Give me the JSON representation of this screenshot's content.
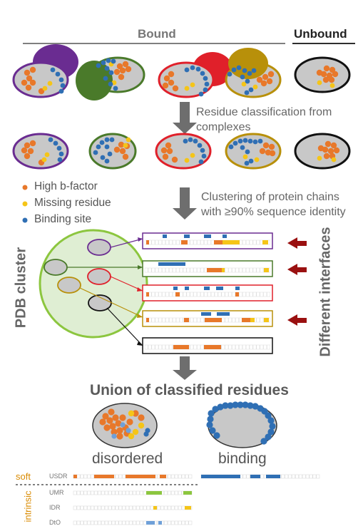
{
  "header": {
    "bound": "Bound",
    "unbound": "Unbound"
  },
  "steps": {
    "classification": [
      "Residue classification from",
      "complexes"
    ],
    "clustering": [
      "Clustering of protein chains",
      "with ≥90% sequence identity"
    ],
    "union": "Union of classified residues"
  },
  "legend": [
    {
      "label": "High b-factor",
      "color": "#e8782a"
    },
    {
      "label": "Missing residue",
      "color": "#f5c518"
    },
    {
      "label": "Binding site",
      "color": "#2f6fb4"
    }
  ],
  "side_labels": {
    "cluster": "PDB cluster",
    "interfaces": "Different interfaces"
  },
  "results": {
    "disordered": "disordered",
    "binding": "binding"
  },
  "tracks": {
    "soft": "soft",
    "intrinsic": "intrinsic",
    "usdr": "USDR",
    "umr": "UMR",
    "idr": "IDR",
    "dto": "DtO"
  },
  "colors": {
    "purple": "#6a2c91",
    "green": "#4a7a2a",
    "red": "#e0202a",
    "gold": "#b8900a",
    "black": "#111111",
    "orange": "#e8782a",
    "yellow": "#f5c518",
    "blue": "#2f6fb4",
    "lightgreen": "#8cc63f",
    "lightblue": "#6fa0d8"
  }
}
